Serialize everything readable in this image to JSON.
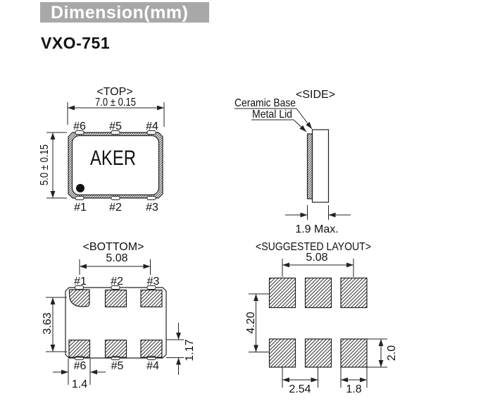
{
  "header": {
    "title": "Dimension(mm)",
    "model": "VXO-751"
  },
  "top_view": {
    "title": "<TOP>",
    "width_dim": "7.0 ± 0.15",
    "height_dim": "5.0 ± 0.15",
    "brand": "AKER",
    "pins_top": [
      "#6",
      "#5",
      "#4"
    ],
    "pins_bottom": [
      "#1",
      "#2",
      "#3"
    ]
  },
  "side_view": {
    "title": "<SIDE>",
    "ceramic_base_label": "Ceramic Base",
    "metal_lid_label": "Metal Lid",
    "thickness_dim": "1.9 Max."
  },
  "bottom_view": {
    "title": "<BOTTOM>",
    "pad_span_dim": "5.08",
    "pins_top": [
      "#1",
      "#2",
      "#3"
    ],
    "pins_bottom": [
      "#6",
      "#5",
      "#4"
    ],
    "row_span_dim": "3.63",
    "pad_height_dim": "1.17",
    "pad_width_dim": "1.4"
  },
  "layout_view": {
    "title": "<SUGGESTED LAYOUT>",
    "pad_span_dim": "5.08",
    "row_span_dim": "4.20",
    "pad_height_dim": "2.0",
    "pad_pitch_dim": "2.54",
    "pad_width_dim": "1.8"
  },
  "colors": {
    "header_bg": "#a8a8a8",
    "header_text": "#ffffff",
    "line": "#222222",
    "text": "#111111"
  }
}
